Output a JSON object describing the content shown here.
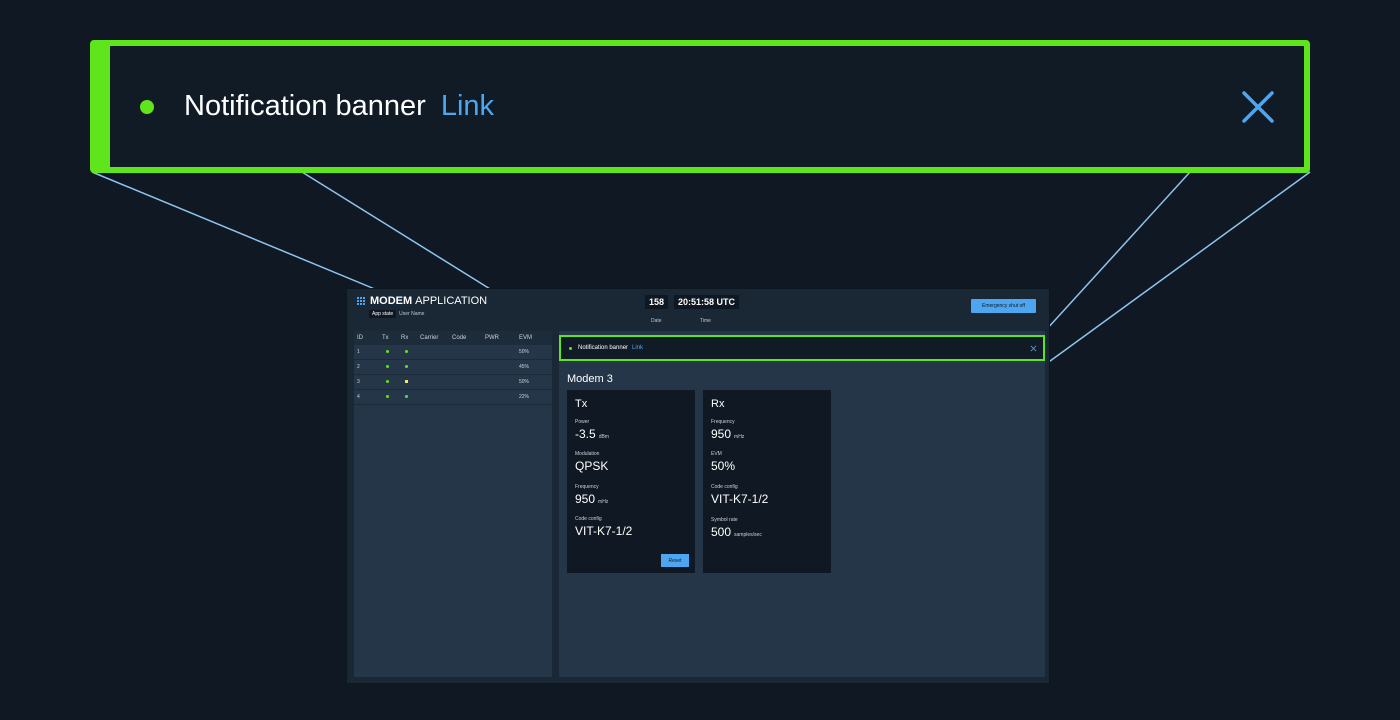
{
  "zoom_banner": {
    "text": "Notification banner",
    "link": "Link"
  },
  "app": {
    "title_bold": "MODEM",
    "title_rest": "APPLICATION",
    "app_state": "App state",
    "user_name": "User Name",
    "date_value": "158",
    "date_label": "Date",
    "time_value": "20:51:58 UTC",
    "time_label": "Time",
    "emergency_label": "Emergency shut off"
  },
  "table": {
    "headers": [
      "ID",
      "Tx",
      "Rx",
      "Carrier",
      "Code",
      "PWR",
      "EVM"
    ],
    "rows": [
      {
        "id": "1",
        "tx": "green",
        "rx": "green",
        "evm": "50%"
      },
      {
        "id": "2",
        "tx": "green",
        "rx": "green",
        "evm": "45%"
      },
      {
        "id": "3",
        "tx": "green",
        "rx": "yellow",
        "evm": "50%"
      },
      {
        "id": "4",
        "tx": "green",
        "rx": "green",
        "evm": "22%"
      }
    ]
  },
  "mini_banner": {
    "text": "Notification banner",
    "link": "Link"
  },
  "modem": {
    "title": "Modem 3",
    "tx": {
      "title": "Tx",
      "power_label": "Power",
      "power_value": "-3.5",
      "power_unit": "dBm",
      "mod_label": "Modulation",
      "mod_value": "QPSK",
      "freq_label": "Frequency",
      "freq_value": "950",
      "freq_unit": "mHz",
      "code_label": "Code config",
      "code_value": "VIT-K7-1/2",
      "reset_label": "Reset"
    },
    "rx": {
      "title": "Rx",
      "freq_label": "Frequency",
      "freq_value": "950",
      "freq_unit": "mHz",
      "evm_label": "EVM",
      "evm_value": "50%",
      "code_label": "Code config",
      "code_value": "VIT-K7-1/2",
      "symbol_label": "Symbol rate",
      "symbol_value": "500",
      "symbol_unit": "samples/sec"
    }
  },
  "colors": {
    "accent": "#4ea6f0",
    "success": "#5fe51c",
    "warning": "#f5e663",
    "bg": "#101923"
  },
  "icons": {
    "close": "close-icon",
    "status": "status-dot-icon",
    "grid": "app-grid-icon"
  }
}
